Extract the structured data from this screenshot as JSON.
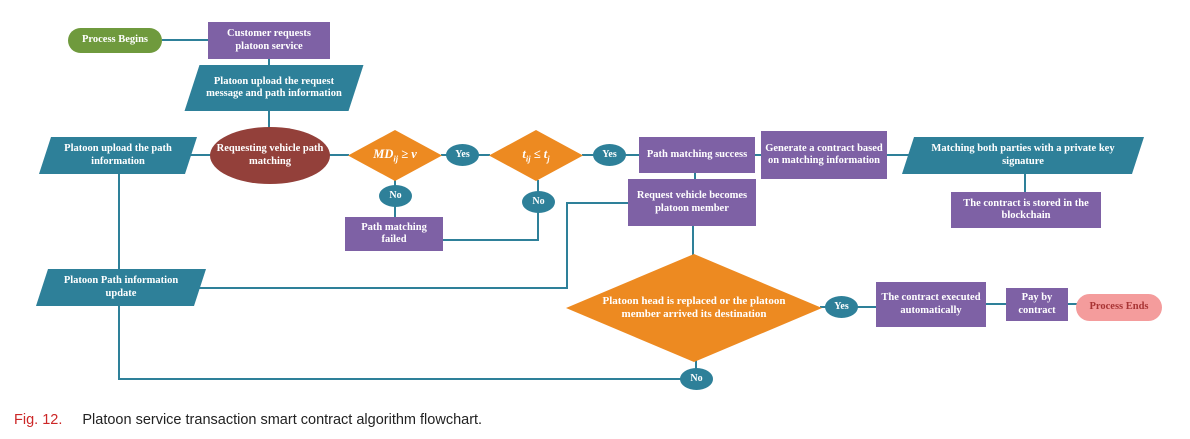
{
  "palette": {
    "teal": "#2e8099",
    "purple": "#7e61a5",
    "orange": "#ed8a21",
    "green": "#6f9a3d",
    "maroon": "#93403a",
    "pink": "#f49c9c",
    "caption_red": "#cc2727"
  },
  "nodes": {
    "process_begins": "Process Begins",
    "customer_requests": "Customer requests platoon service",
    "upload_request": "Platoon upload the request message and path information",
    "upload_path": "Platoon upload the path information",
    "requesting_match": "Requesting vehicle path matching",
    "cond1": {
      "var1": "MD",
      "sub1": "ij",
      "op": "≥",
      "var2": "v"
    },
    "cond2": {
      "var1": "t",
      "sub1": "ij",
      "op": "≤",
      "var2": "t",
      "sub2": "j"
    },
    "yes1": "Yes",
    "yes2": "Yes",
    "yes3": "Yes",
    "no1": "No",
    "no2": "No",
    "no3": "No",
    "match_success": "Path matching success",
    "match_failed": "Path matching failed",
    "generate_contract": "Generate a contract based on matching information",
    "key_signature": "Matching both parties with a private key signature",
    "stored_blockchain": "The contract is stored in the blockchain",
    "becomes_member": "Request vehicle becomes platoon member",
    "path_update": "Platoon Path information update",
    "head_replaced": "Platoon head is replaced or the platoon member arrived its destination",
    "contract_executed": "The contract executed automatically",
    "pay_by_contract": "Pay by contract",
    "process_ends": "Process Ends"
  },
  "caption": {
    "label": "Fig. 12.",
    "text": "Platoon service transaction smart contract algorithm flowchart."
  }
}
